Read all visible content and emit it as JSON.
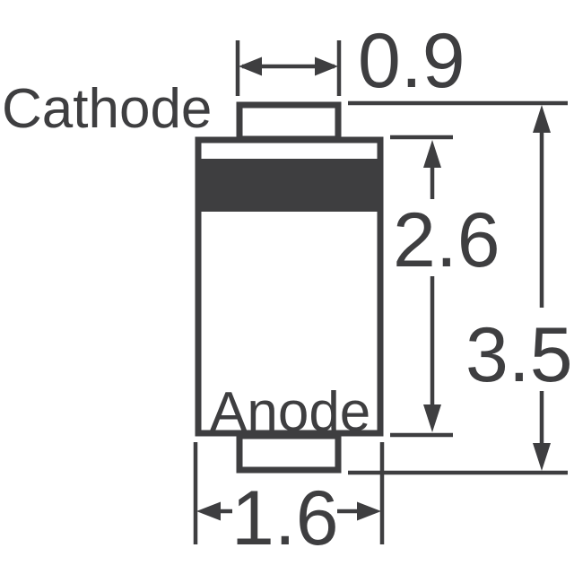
{
  "figure": {
    "title": "Diode package outline drawing (side view) with dimensions",
    "labels": {
      "cathode": "Cathode",
      "anode": "Anode"
    },
    "dimensions": {
      "terminal_width": "0.9",
      "body_length": "2.6",
      "overall_length": "3.5",
      "body_width": "1.6"
    },
    "colors": {
      "ink": "#3e3e40",
      "background": "#ffffff",
      "cathode_band_fill": "#3e3e40"
    }
  }
}
